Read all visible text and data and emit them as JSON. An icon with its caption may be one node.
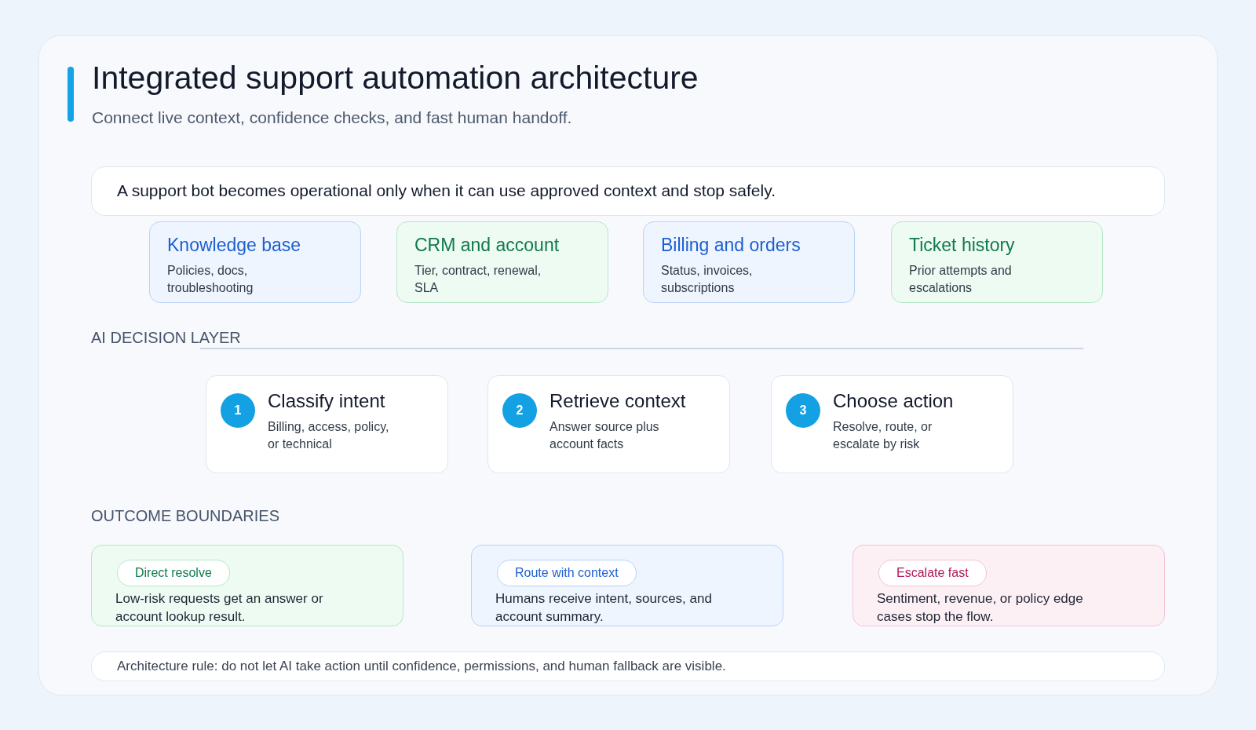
{
  "diagram": {
    "title": "Integrated support automation architecture",
    "nodes": [
      {
        "text": [
          "A support bot becomes operational only when it can use approved context and stop safely."
        ]
      },
      {
        "text": [
          "Knowledge base",
          "Policies, docs, troubleshooting"
        ]
      },
      {
        "text": [
          "CRM and account",
          "Tier, contract, renewal, SLA"
        ]
      },
      {
        "text": [
          "Billing and orders",
          "Status, invoices, subscriptions"
        ]
      },
      {
        "text": [
          "Ticket history",
          "Prior attempts and escalations"
        ]
      },
      {
        "text": [
          "Classify intent",
          "Billing, access, policy, or technical"
        ]
      },
      {
        "text": [
          "1"
        ],
        "in": 5
      },
      {
        "text": [
          "Retrieve context",
          "Answer source plus account facts"
        ]
      },
      {
        "text": [
          "2"
        ],
        "in": 7
      },
      {
        "text": [
          "Choose action",
          "Resolve, route, or escalate by risk"
        ]
      },
      {
        "text": [
          "3"
        ],
        "in": 9
      },
      {
        "text": [
          "Low-risk requests get an answer or account lookup result."
        ]
      },
      {
        "text": [
          "Direct resolve"
        ],
        "in": 11
      },
      {
        "text": [
          "Humans receive intent, sources, and account summary."
        ]
      },
      {
        "text": [
          "Route with context"
        ],
        "in": 13
      },
      {
        "text": [
          "Sentiment, revenue, or policy edge cases stop the flow."
        ]
      },
      {
        "text": [
          "Escalate fast"
        ],
        "in": 15
      },
      {
        "text": [
          "Architecture rule: do not let AI take action until confidence, permissions, and human fallback are visible."
        ]
      }
    ],
    "labels": [
      "Connect live context, confidence checks, and fast human handoff.",
      "AI DECISION LAYER",
      "OUTCOME BOUNDARIES"
    ]
  }
}
